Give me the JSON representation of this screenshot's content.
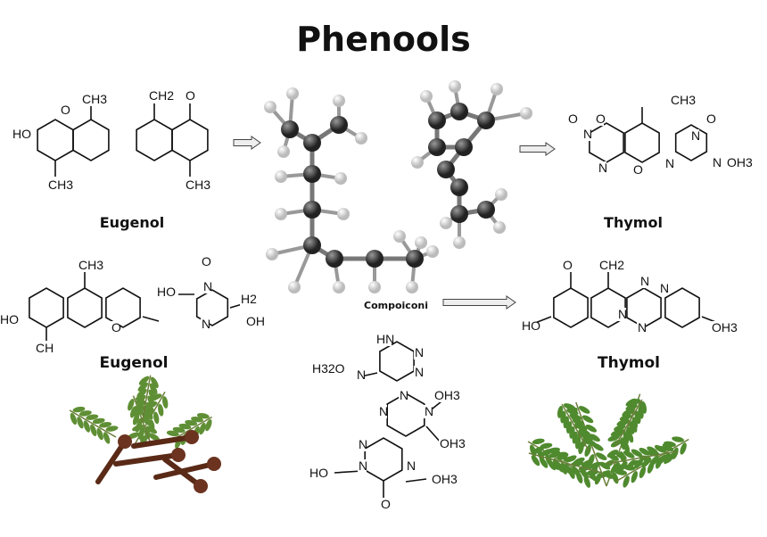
{
  "title": "Phenools",
  "labels": {
    "eugenol_top": "Eugenol",
    "eugenol_bottom": "Eugenol",
    "thymol_top": "Thymol",
    "thymol_bottom": "Thymol",
    "compound": "Compoiconi"
  },
  "molecules": {
    "eugenol_a": [
      "HO",
      "O",
      "CH3",
      "CH3"
    ],
    "eugenol_b": [
      "CH2",
      "O",
      "CH3"
    ],
    "eugenol_c": [
      "CH3",
      "HO",
      "CH",
      "O",
      "O",
      "HO",
      "N",
      "H2",
      "N",
      "OH"
    ],
    "thymol_a": [
      "O",
      "O",
      "N",
      "N",
      "O",
      "N",
      "CH3",
      "N",
      "O",
      "N",
      "OH3"
    ],
    "thymol_b": [
      "O",
      "CH2",
      "N",
      "N",
      "N",
      "N",
      "HO",
      "OH3"
    ],
    "center": [
      "HN",
      "N",
      "N",
      "H32O",
      "N",
      "N",
      "OH3",
      "N",
      "N",
      "N",
      "OH3",
      "N",
      "HO",
      "N",
      "OH3",
      "O"
    ]
  },
  "colors": {
    "ink": "#111111",
    "atom_dark": "#333333",
    "atom_light": "#e6e6e6",
    "leaf": "#4f8a2e",
    "clove": "#5a2a17"
  }
}
